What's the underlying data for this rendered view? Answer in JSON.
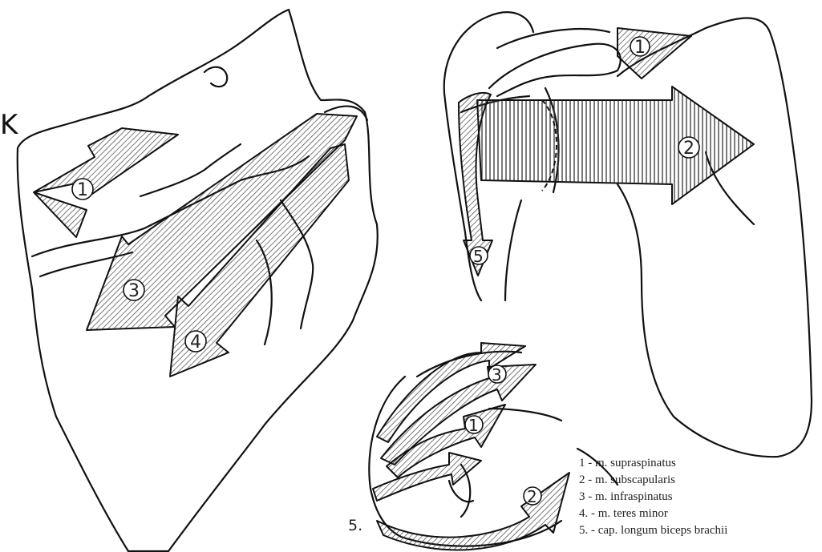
{
  "edge_glyph": "K",
  "views": {
    "posterior": {
      "labels": [
        "1",
        "3",
        "4"
      ]
    },
    "anterior": {
      "labels": [
        "1",
        "2",
        "5"
      ]
    },
    "superior": {
      "labels": [
        "3",
        "1",
        "2"
      ],
      "edge_label": "5."
    }
  },
  "legend": [
    "1 - m. supraspinatus",
    "2 - m. subscapularis",
    "3 - m. infraspinatus",
    "4. - m. teres minor",
    "5. - cap. longum biceps brachii"
  ]
}
